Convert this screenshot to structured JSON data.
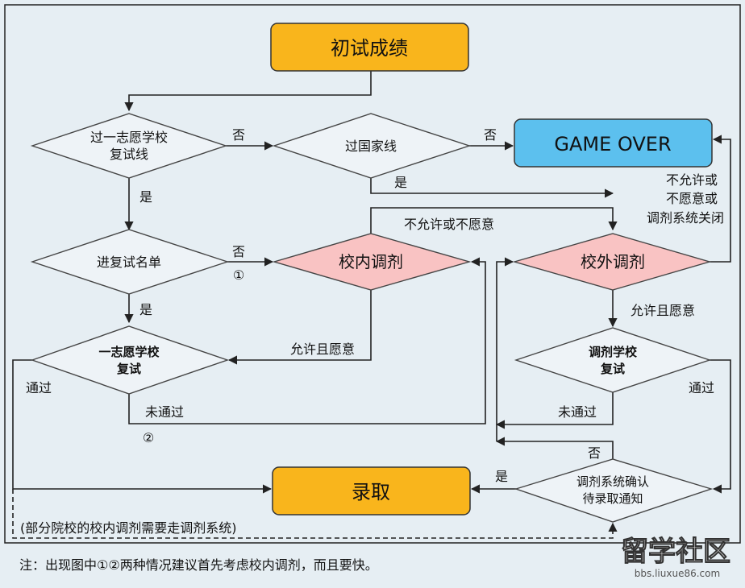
{
  "nodes": {
    "start": "初试成绩",
    "first_choice_line": [
      "过一志愿学校",
      "复试线"
    ],
    "national_line": "过国家线",
    "game_over": "GAME OVER",
    "retest_list": "进复试名单",
    "internal_adjust": "校内调剂",
    "external_adjust": "校外调剂",
    "first_choice_retest": [
      "一志愿学校",
      "复试"
    ],
    "adjust_school_retest": [
      "调剂学校",
      "复试"
    ],
    "confirm_notice": [
      "调剂系统确认",
      "待录取通知"
    ],
    "admit": "录取"
  },
  "edges": {
    "no": "否",
    "yes": "是",
    "no_circle1": "①",
    "not_allowed": "不允许或不愿意",
    "allowed_willing": "允许且愿意",
    "pass": "通过",
    "fail": "未通过",
    "fail_circle2": "②",
    "closed_lines": [
      "不允许或",
      "不愿意或",
      "调剂系统关闭"
    ]
  },
  "notes": {
    "dashed": "(部分院校的校内调剂需要走调剂系统)",
    "footer": "注：出现图中①②两种情况建议首先考虑校内调剂，而且要快。"
  },
  "watermark": {
    "logo": "留学社区",
    "url": "bbs.liuxue86.com"
  },
  "colors": {
    "orange": "#f9b51c",
    "pink": "#f9c3c3",
    "blue": "#5cc0ee",
    "diamond_fill": "#eef3f7",
    "red_text": "#d22020",
    "blue_text": "#1a7bc2"
  }
}
